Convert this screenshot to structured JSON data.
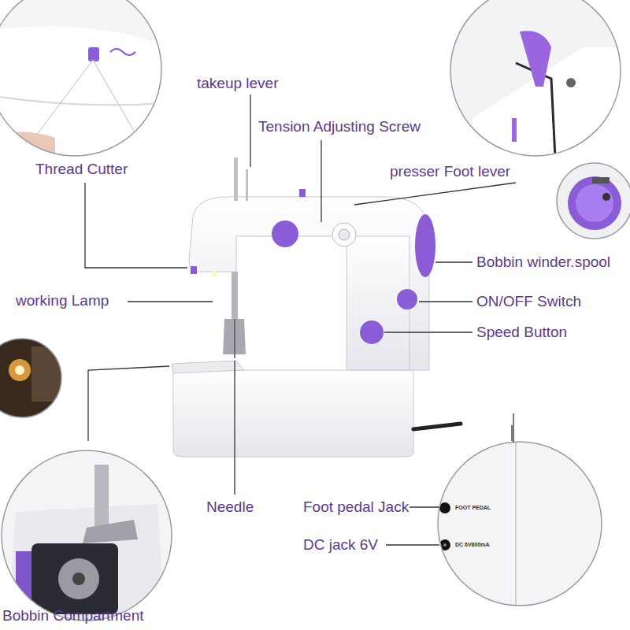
{
  "diagram": {
    "labels": [
      "Thread Cutter",
      "takeup lever",
      "Tension Adjusting Screw",
      "presser Foot lever",
      "Bobbin winder.spool",
      "working Lamp",
      "ON/OFF Switch",
      "Speed Button",
      "Needle",
      "Foot pedal Jack",
      "DC jack 6V",
      "Bobbin Compartment",
      "FOOT PEDAL",
      "DC 6V800mA"
    ]
  }
}
